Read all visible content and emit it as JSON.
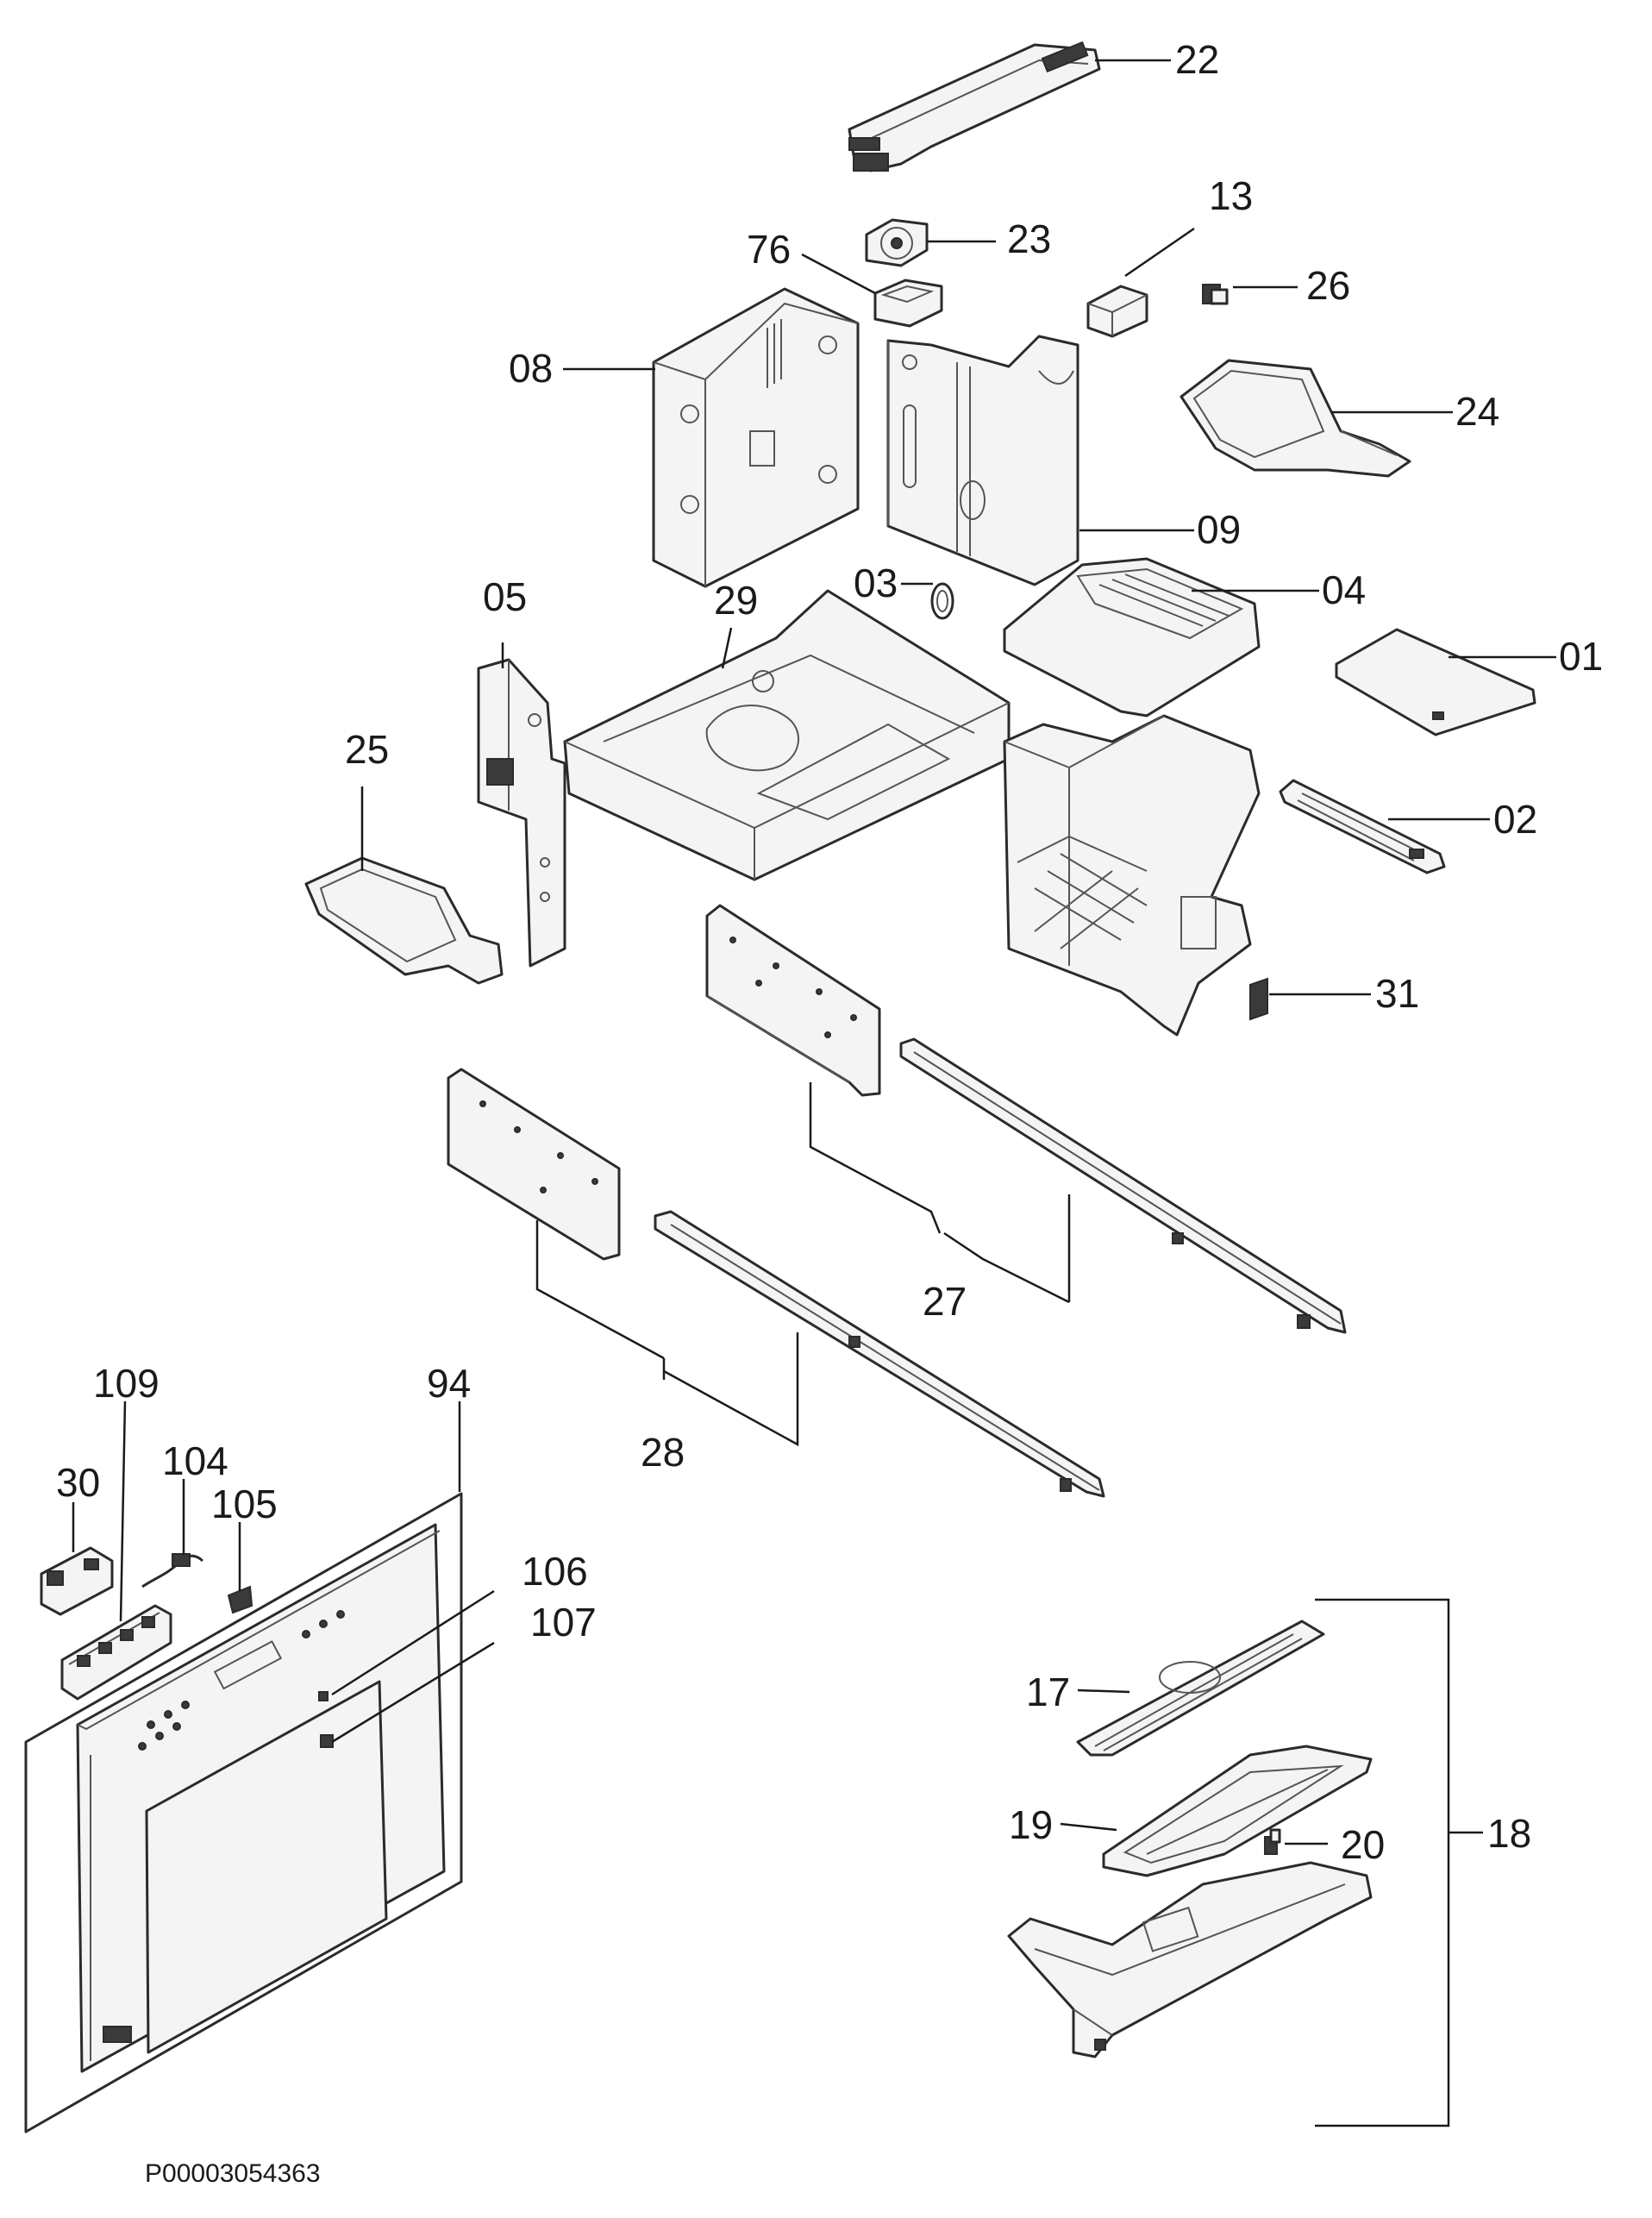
{
  "diagram": {
    "reference_code": "P00003054363",
    "callouts": {
      "c22": "22",
      "c13": "13",
      "c23": "23",
      "c76": "76",
      "c26": "26",
      "c08": "08",
      "c24": "24",
      "c09": "09",
      "c03": "03",
      "c04": "04",
      "c05": "05",
      "c29": "29",
      "c01": "01",
      "c25": "25",
      "c02": "02",
      "c31": "31",
      "c27": "27",
      "c28": "28",
      "c109": "109",
      "c94": "94",
      "c30": "30",
      "c104": "104",
      "c105": "105",
      "c106": "106",
      "c107": "107",
      "c17": "17",
      "c19": "19",
      "c20": "20",
      "c18": "18"
    }
  }
}
